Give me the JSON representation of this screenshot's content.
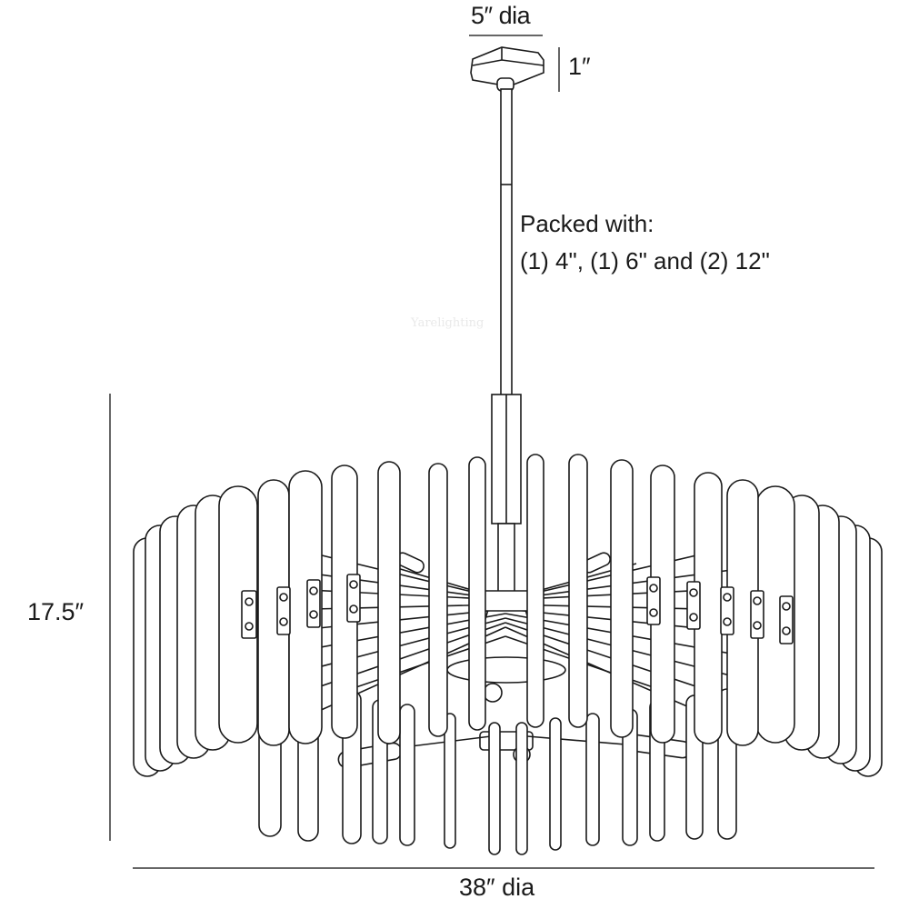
{
  "drawing": {
    "subject": "chandelier-dimension-drawing",
    "line_color": "#1a1a1a",
    "background": "#ffffff"
  },
  "dimensions": {
    "canopy_diameter": "5″ dia",
    "canopy_height": "1″",
    "fixture_height": "17.5″",
    "fixture_diameter": "38″ dia"
  },
  "notes": {
    "packed_line1": "Packed with:",
    "packed_line2": "(1) 4\", (1) 6\" and (2) 12\""
  },
  "watermark": "Yarelighting"
}
